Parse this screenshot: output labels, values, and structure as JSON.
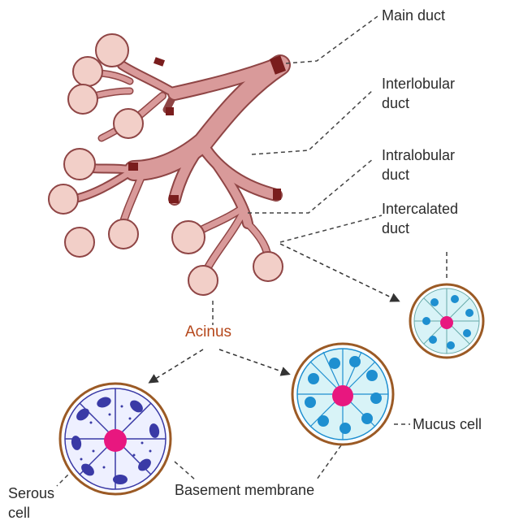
{
  "labels": {
    "main_duct": "Main duct",
    "interlobular_line1": "Interlobular",
    "interlobular_line2": "duct",
    "intralobular_line1": "Intralobular",
    "intralobular_line2": "duct",
    "intercalated_line1": "Intercalated",
    "intercalated_line2": "duct",
    "acinus": "Acinus",
    "mucus_cell": "Mucus cell",
    "serous_line1": "Serous",
    "serous_line2": "cell",
    "basement_membrane": "Basement membrane"
  },
  "colors": {
    "duct_fill": "#d99a9a",
    "duct_stroke": "#8f4545",
    "acinus_fill": "#f2cfc8",
    "duct_cut": "#7a1d1d",
    "lumen": "#e8177f",
    "membrane": "#9b5a25",
    "serous_nucleus": "#3a3aa6",
    "mucus_nucleus": "#1e8fd0",
    "mucus_cell_fill": "#d8f3f7",
    "leader": "#444444",
    "acinus_label": "#b5471b"
  }
}
